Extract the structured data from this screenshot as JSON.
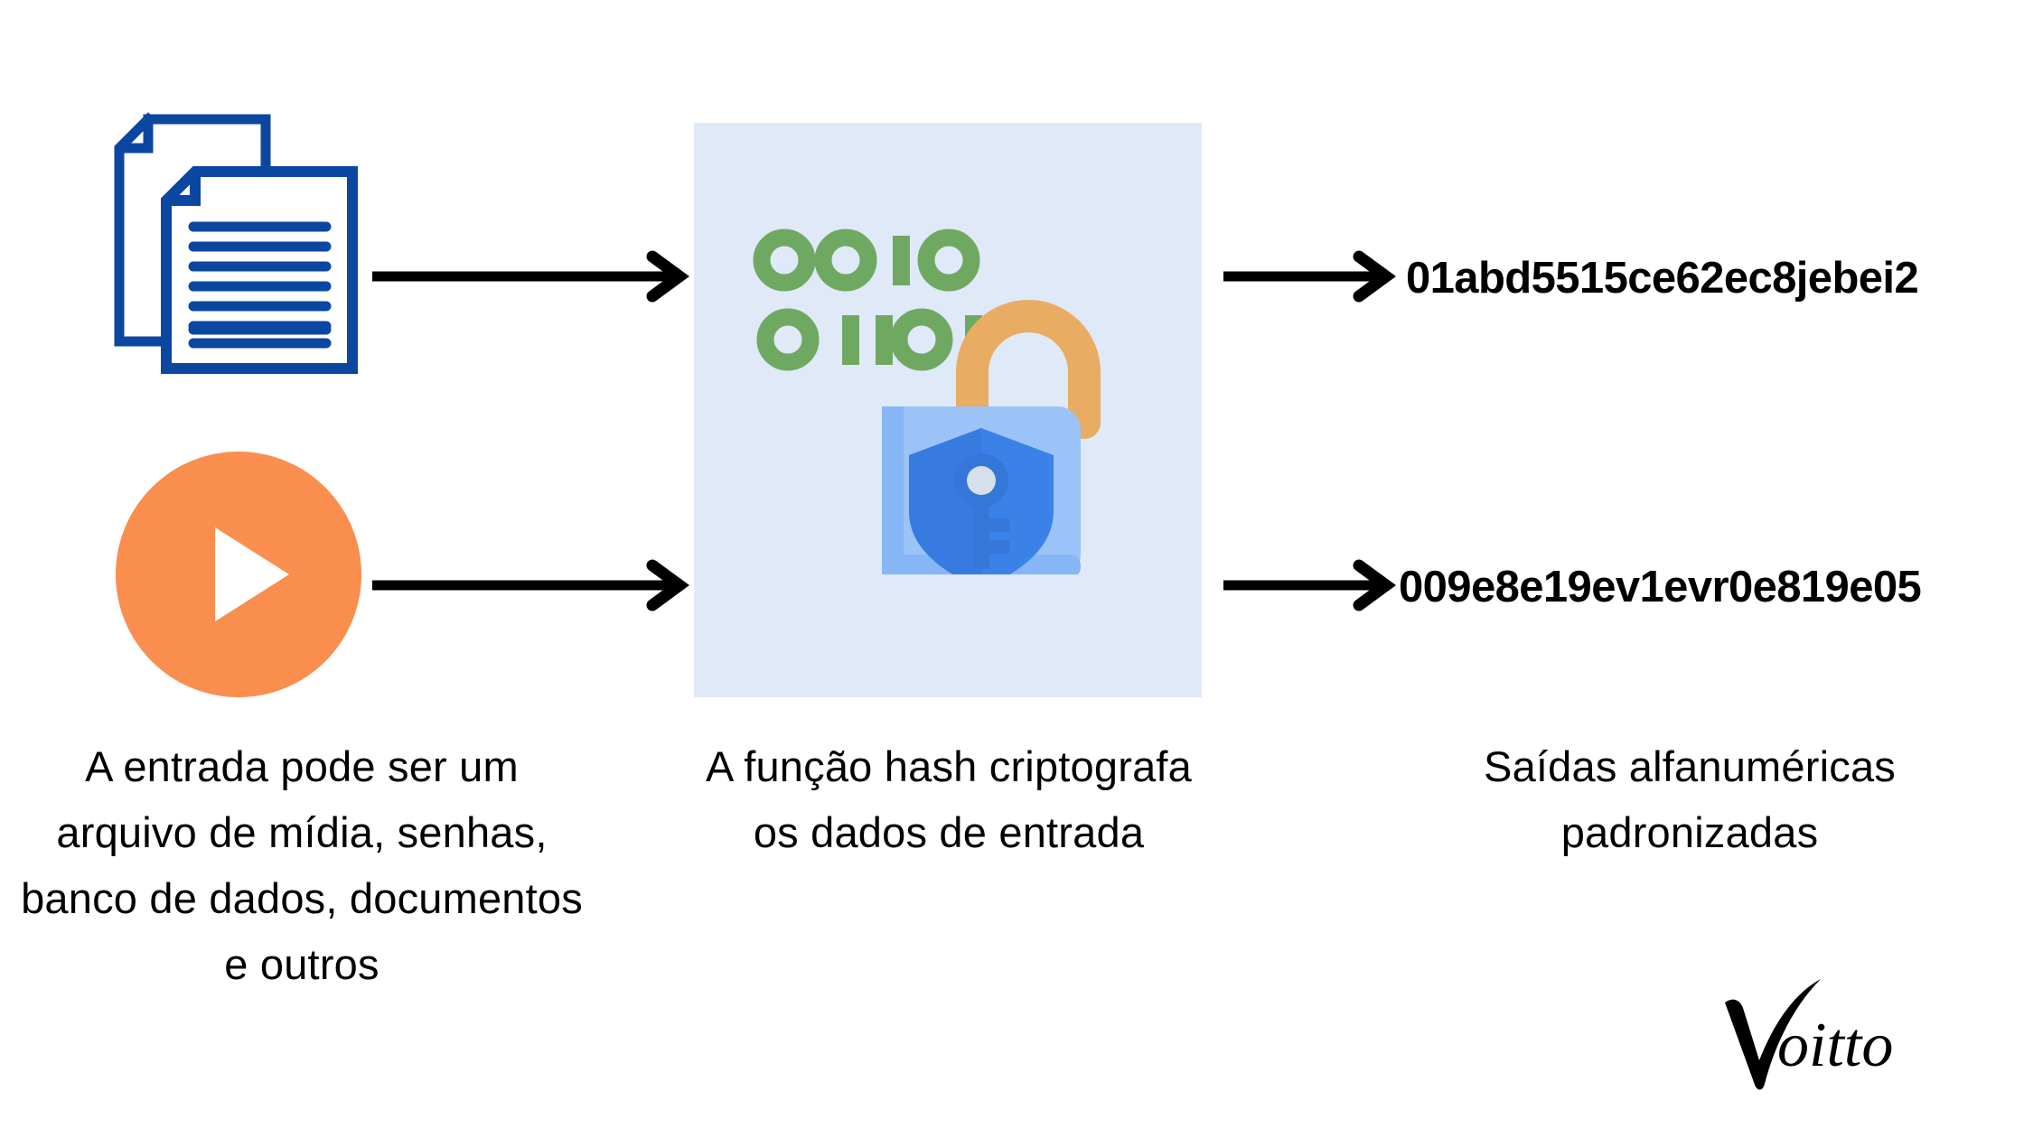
{
  "diagram": {
    "title": "Hash function flow",
    "background_color": "#ffffff"
  },
  "inputs": {
    "documents": {
      "icon": "documents-stack-icon",
      "color": "#0b47a1",
      "line_count": 8
    },
    "media": {
      "icon": "play-button-icon",
      "color": "#f98e4e"
    },
    "caption": "A entrada pode ser um arquivo de mídia, senhas, banco de dados, documentos e outros"
  },
  "hash_stage": {
    "panel_color": "#dfe9f8",
    "icon": "unlocked-padlock-with-binary-icon",
    "binary_rows": [
      "OOIO",
      "OIIOI"
    ],
    "binary_color": "#6fa961",
    "shackle_color": "#e8ac62",
    "lock_body_color": "#9bc3f7",
    "shield_color": "#3b82e8",
    "key_color": "#d6e0ea",
    "caption": "A função hash criptografa os dados de entrada"
  },
  "outputs": {
    "hashes": [
      "01abd5515ce62ec8jebei2",
      "009e8e19ev1evr0e819e05"
    ],
    "caption": "Saídas alfanuméricas padronizadas"
  },
  "arrows": {
    "color": "#000000",
    "items": [
      {
        "name": "arrow-input-documents"
      },
      {
        "name": "arrow-input-media"
      },
      {
        "name": "arrow-output-hash-1"
      },
      {
        "name": "arrow-output-hash-2"
      }
    ]
  },
  "brand": {
    "name": "Voitto",
    "color": "#000000"
  }
}
